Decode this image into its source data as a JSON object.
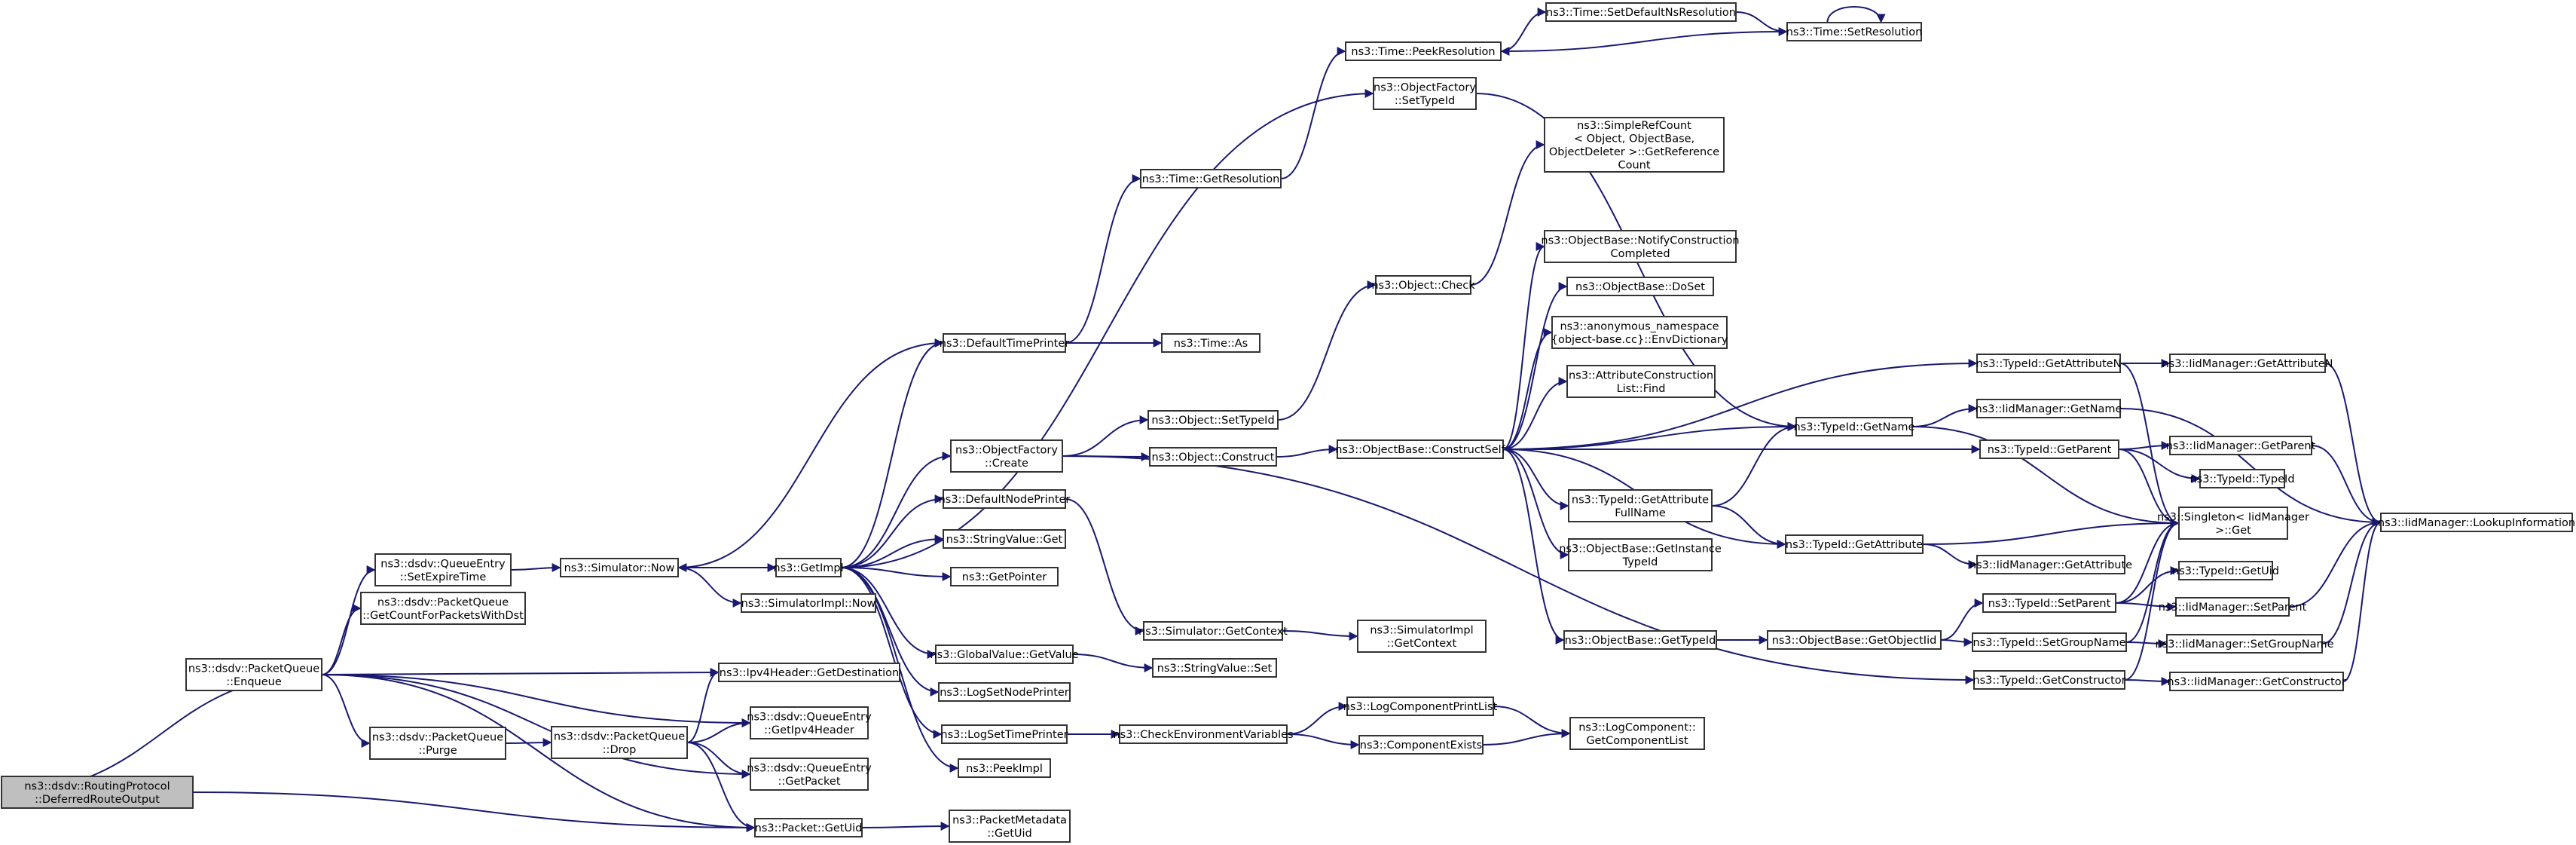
{
  "graph": {
    "root": "n0",
    "colors": {
      "edge": "#191970",
      "node_border": "#333333",
      "root_fill": "#bfbfbf",
      "node_fill": "#ffffff"
    },
    "nodes": {
      "n0": {
        "lines": [
          "ns3::dsdv::RoutingProtocol",
          "::DeferredRouteOutput"
        ]
      },
      "n1": {
        "lines": [
          "ns3::dsdv::PacketQueue",
          "::Enqueue"
        ]
      },
      "n2": {
        "lines": [
          "ns3::dsdv::QueueEntry",
          "::SetExpireTime"
        ]
      },
      "n3": {
        "lines": [
          "ns3::dsdv::PacketQueue",
          "::GetCountForPacketsWithDst"
        ]
      },
      "n4": {
        "lines": [
          "ns3::dsdv::PacketQueue",
          "::Purge"
        ]
      },
      "n5": {
        "lines": [
          "ns3::dsdv::PacketQueue",
          "::Drop"
        ]
      },
      "n6": {
        "lines": [
          "ns3::Ipv4Header::GetDestination"
        ]
      },
      "n7": {
        "lines": [
          "ns3::dsdv::QueueEntry",
          "::GetIpv4Header"
        ]
      },
      "n8": {
        "lines": [
          "ns3::dsdv::QueueEntry",
          "::GetPacket"
        ]
      },
      "n9": {
        "lines": [
          "ns3::Packet::GetUid"
        ]
      },
      "n10": {
        "lines": [
          "ns3::Simulator::Now"
        ]
      },
      "n11": {
        "lines": [
          "ns3::SimulatorImpl::Now"
        ]
      },
      "n12": {
        "lines": [
          "ns3::GetImpl"
        ]
      },
      "n13": {
        "lines": [
          "ns3::PacketMetadata",
          "::GetUid"
        ]
      },
      "n14": {
        "lines": [
          "ns3::DefaultTimePrinter"
        ]
      },
      "n15": {
        "lines": [
          "ns3::ObjectFactory",
          "::Create"
        ]
      },
      "n16": {
        "lines": [
          "ns3::DefaultNodePrinter"
        ]
      },
      "n17": {
        "lines": [
          "ns3::StringValue::Get"
        ]
      },
      "n18": {
        "lines": [
          "ns3::GetPointer"
        ]
      },
      "n19": {
        "lines": [
          "ns3::GlobalValue::GetValue"
        ]
      },
      "n20": {
        "lines": [
          "ns3::LogSetNodePrinter"
        ]
      },
      "n21": {
        "lines": [
          "ns3::LogSetTimePrinter"
        ]
      },
      "n22": {
        "lines": [
          "ns3::PeekImpl"
        ]
      },
      "n23": {
        "lines": [
          "ns3::Time::GetResolution"
        ]
      },
      "n24": {
        "lines": [
          "ns3::Time::As"
        ]
      },
      "n25": {
        "lines": [
          "ns3::ObjectFactory",
          "::SetTypeId"
        ]
      },
      "n26": {
        "lines": [
          "ns3::Object::SetTypeId"
        ]
      },
      "n27": {
        "lines": [
          "ns3::Object::Construct"
        ]
      },
      "n28": {
        "lines": [
          "ns3::Simulator::GetContext"
        ]
      },
      "n29": {
        "lines": [
          "ns3::StringValue::Set"
        ]
      },
      "n30": {
        "lines": [
          "ns3::CheckEnvironmentVariables"
        ]
      },
      "n31": {
        "lines": [
          "ns3::Time::PeekResolution"
        ]
      },
      "n32": {
        "lines": [
          "ns3::Object::Check"
        ]
      },
      "n33": {
        "lines": [
          "ns3::ObjectBase::ConstructSelf"
        ]
      },
      "n34": {
        "lines": [
          "ns3::SimulatorImpl",
          "::GetContext"
        ]
      },
      "n35": {
        "lines": [
          "ns3::LogComponentPrintList"
        ]
      },
      "n36": {
        "lines": [
          "ns3::ComponentExists"
        ]
      },
      "n37": {
        "lines": [
          "ns3::Time::SetDefaultNsResolution"
        ]
      },
      "n38": {
        "lines": [
          "ns3::SimpleRefCount",
          "< Object, ObjectBase,",
          " ObjectDeleter >::GetReference",
          "Count"
        ]
      },
      "n39": {
        "lines": [
          "ns3::ObjectBase::NotifyConstruction",
          "Completed"
        ]
      },
      "n40": {
        "lines": [
          "ns3::ObjectBase::DoSet"
        ]
      },
      "n41": {
        "lines": [
          "ns3::anonymous_namespace",
          "{object-base.cc}::EnvDictionary"
        ]
      },
      "n42": {
        "lines": [
          "ns3::AttributeConstruction",
          "List::Find"
        ]
      },
      "n43": {
        "lines": [
          "ns3::TypeId::GetAttribute",
          "FullName"
        ]
      },
      "n44": {
        "lines": [
          "ns3::ObjectBase::GetInstance",
          "TypeId"
        ]
      },
      "n45": {
        "lines": [
          "ns3::ObjectBase::GetTypeId"
        ]
      },
      "n46": {
        "lines": [
          "ns3::LogComponent::",
          "GetComponentList"
        ]
      },
      "n47": {
        "lines": [
          "ns3::Time::SetResolution"
        ]
      },
      "n48": {
        "lines": [
          "ns3::TypeId::GetName"
        ]
      },
      "n49": {
        "lines": [
          "ns3::TypeId::GetAttribute"
        ]
      },
      "n50": {
        "lines": [
          "ns3::ObjectBase::GetObjectIid"
        ]
      },
      "n51": {
        "lines": [
          "ns3::TypeId::GetAttributeN"
        ]
      },
      "n52": {
        "lines": [
          "ns3::IidManager::GetName"
        ]
      },
      "n53": {
        "lines": [
          "ns3::TypeId::GetParent"
        ]
      },
      "n54": {
        "lines": [
          "ns3::TypeId::SetParent"
        ]
      },
      "n55": {
        "lines": [
          "ns3::TypeId::SetGroupName"
        ]
      },
      "n56": {
        "lines": [
          "ns3::TypeId::GetConstructor"
        ]
      },
      "n57": {
        "lines": [
          "ns3::IidManager::GetAttributeN"
        ]
      },
      "n58": {
        "lines": [
          "ns3::IidManager::GetParent"
        ]
      },
      "n59": {
        "lines": [
          "ns3::TypeId::TypeId"
        ]
      },
      "n60": {
        "lines": [
          "ns3::Singleton< IidManager",
          " >::Get"
        ]
      },
      "n61": {
        "lines": [
          "ns3::IidManager::GetAttribute"
        ]
      },
      "n62": {
        "lines": [
          "ns3::TypeId::GetUid"
        ]
      },
      "n63": {
        "lines": [
          "ns3::IidManager::SetParent"
        ]
      },
      "n64": {
        "lines": [
          "ns3::IidManager::SetGroupName"
        ]
      },
      "n65": {
        "lines": [
          "ns3::IidManager::GetConstructor"
        ]
      },
      "n66": {
        "lines": [
          "ns3::IidManager::LookupInformation"
        ]
      }
    },
    "edges": [
      [
        "n0",
        "n1"
      ],
      [
        "n0",
        "n9"
      ],
      [
        "n1",
        "n2"
      ],
      [
        "n1",
        "n3"
      ],
      [
        "n1",
        "n4"
      ],
      [
        "n1",
        "n6"
      ],
      [
        "n1",
        "n7"
      ],
      [
        "n1",
        "n8"
      ],
      [
        "n1",
        "n9"
      ],
      [
        "n2",
        "n10"
      ],
      [
        "n4",
        "n5"
      ],
      [
        "n5",
        "n6"
      ],
      [
        "n5",
        "n7"
      ],
      [
        "n5",
        "n8"
      ],
      [
        "n5",
        "n9"
      ],
      [
        "n9",
        "n13"
      ],
      [
        "n10",
        "n11"
      ],
      [
        "n10",
        "n12"
      ],
      [
        "n12",
        "n14"
      ],
      [
        "n12",
        "n15"
      ],
      [
        "n12",
        "n16"
      ],
      [
        "n12",
        "n17"
      ],
      [
        "n12",
        "n18"
      ],
      [
        "n12",
        "n19"
      ],
      [
        "n12",
        "n20"
      ],
      [
        "n12",
        "n21"
      ],
      [
        "n12",
        "n22"
      ],
      [
        "n12",
        "n25"
      ],
      [
        "n14",
        "n10"
      ],
      [
        "n14",
        "n23"
      ],
      [
        "n14",
        "n24"
      ],
      [
        "n15",
        "n26"
      ],
      [
        "n15",
        "n27"
      ],
      [
        "n15",
        "n56"
      ],
      [
        "n16",
        "n28"
      ],
      [
        "n19",
        "n29"
      ],
      [
        "n21",
        "n30"
      ],
      [
        "n23",
        "n31"
      ],
      [
        "n25",
        "n48"
      ],
      [
        "n26",
        "n32"
      ],
      [
        "n27",
        "n33"
      ],
      [
        "n28",
        "n34"
      ],
      [
        "n30",
        "n35"
      ],
      [
        "n30",
        "n36"
      ],
      [
        "n31",
        "n37"
      ],
      [
        "n32",
        "n38"
      ],
      [
        "n33",
        "n39"
      ],
      [
        "n33",
        "n40"
      ],
      [
        "n33",
        "n41"
      ],
      [
        "n33",
        "n42"
      ],
      [
        "n33",
        "n43"
      ],
      [
        "n33",
        "n44"
      ],
      [
        "n33",
        "n45"
      ],
      [
        "n33",
        "n48"
      ],
      [
        "n33",
        "n49"
      ],
      [
        "n33",
        "n51"
      ],
      [
        "n33",
        "n53"
      ],
      [
        "n35",
        "n46"
      ],
      [
        "n36",
        "n46"
      ],
      [
        "n37",
        "n47"
      ],
      [
        "n43",
        "n48"
      ],
      [
        "n43",
        "n49"
      ],
      [
        "n45",
        "n50"
      ],
      [
        "n47",
        "n31"
      ],
      [
        "n47",
        "n47"
      ],
      [
        "n48",
        "n52"
      ],
      [
        "n48",
        "n60"
      ],
      [
        "n49",
        "n60"
      ],
      [
        "n49",
        "n61"
      ],
      [
        "n50",
        "n54"
      ],
      [
        "n50",
        "n55"
      ],
      [
        "n51",
        "n57"
      ],
      [
        "n51",
        "n60"
      ],
      [
        "n52",
        "n66"
      ],
      [
        "n53",
        "n58"
      ],
      [
        "n53",
        "n59"
      ],
      [
        "n53",
        "n60"
      ],
      [
        "n54",
        "n60"
      ],
      [
        "n54",
        "n62"
      ],
      [
        "n54",
        "n63"
      ],
      [
        "n55",
        "n60"
      ],
      [
        "n55",
        "n64"
      ],
      [
        "n56",
        "n60"
      ],
      [
        "n56",
        "n65"
      ],
      [
        "n57",
        "n66"
      ],
      [
        "n58",
        "n66"
      ],
      [
        "n63",
        "n66"
      ],
      [
        "n64",
        "n66"
      ],
      [
        "n65",
        "n66"
      ]
    ]
  }
}
